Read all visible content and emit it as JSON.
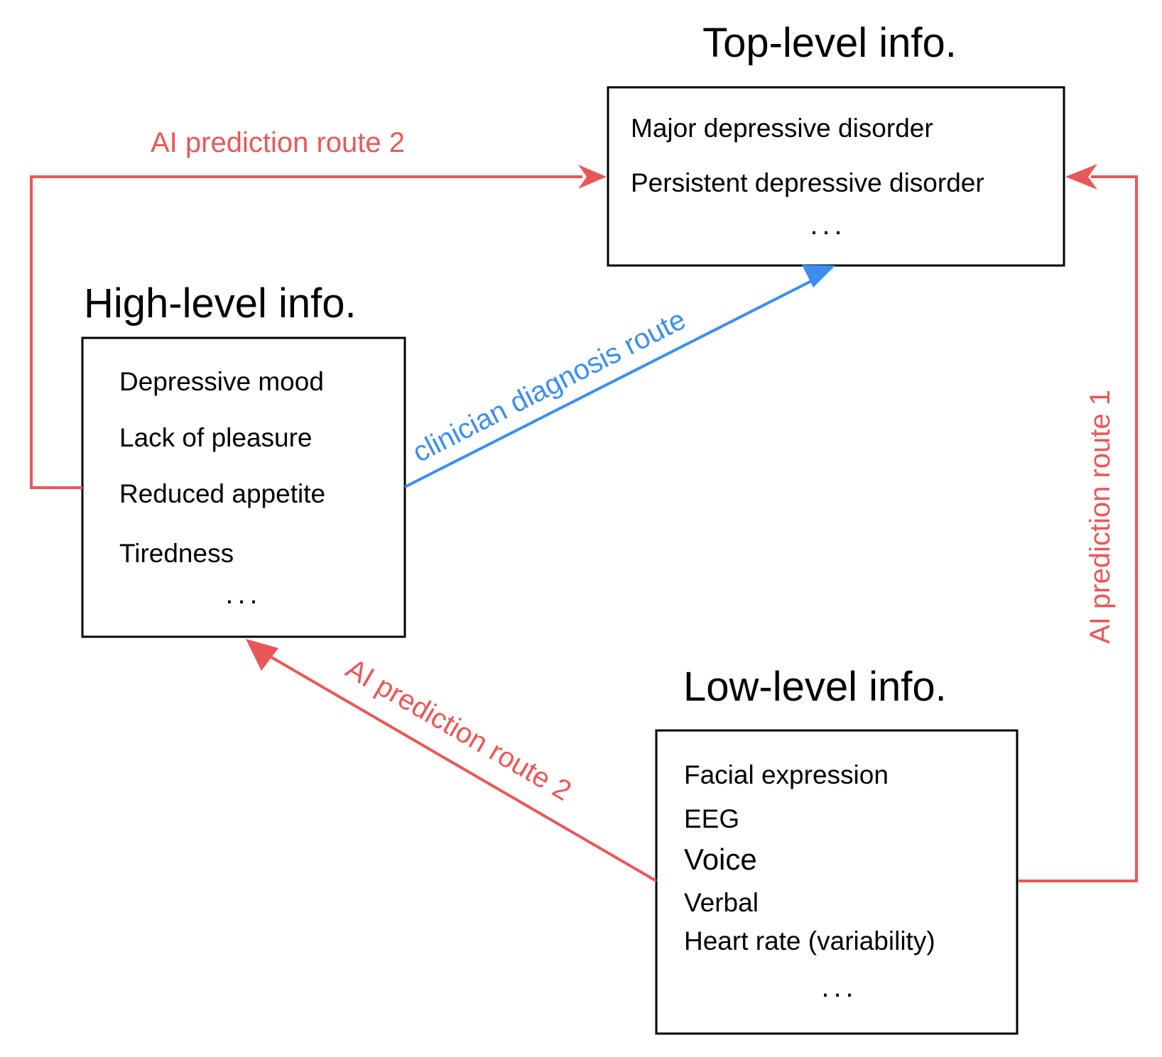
{
  "colors": {
    "ai_route": "#e85858",
    "clinician_route": "#3c8ff0",
    "box_border": "#000000",
    "text": "#000000"
  },
  "top_level": {
    "heading": "Top-level info.",
    "items": [
      "Major depressive disorder",
      "Persistent depressive disorder"
    ],
    "ellipsis": "..."
  },
  "high_level": {
    "heading": "High-level info.",
    "items": [
      "Depressive mood",
      "Lack of pleasure",
      "Reduced appetite",
      "Tiredness"
    ],
    "ellipsis": "..."
  },
  "low_level": {
    "heading": "Low-level info.",
    "items": [
      "Facial expression",
      "EEG",
      "Voice",
      "Verbal",
      "Heart rate (variability)"
    ],
    "ellipsis": "..."
  },
  "routes": {
    "ai_route_2_top": "AI prediction route 2",
    "ai_route_1": "AI prediction route 1",
    "clinician": "clinician diagnosis route",
    "ai_route_2_diagonal": "AI prediction route 2"
  }
}
